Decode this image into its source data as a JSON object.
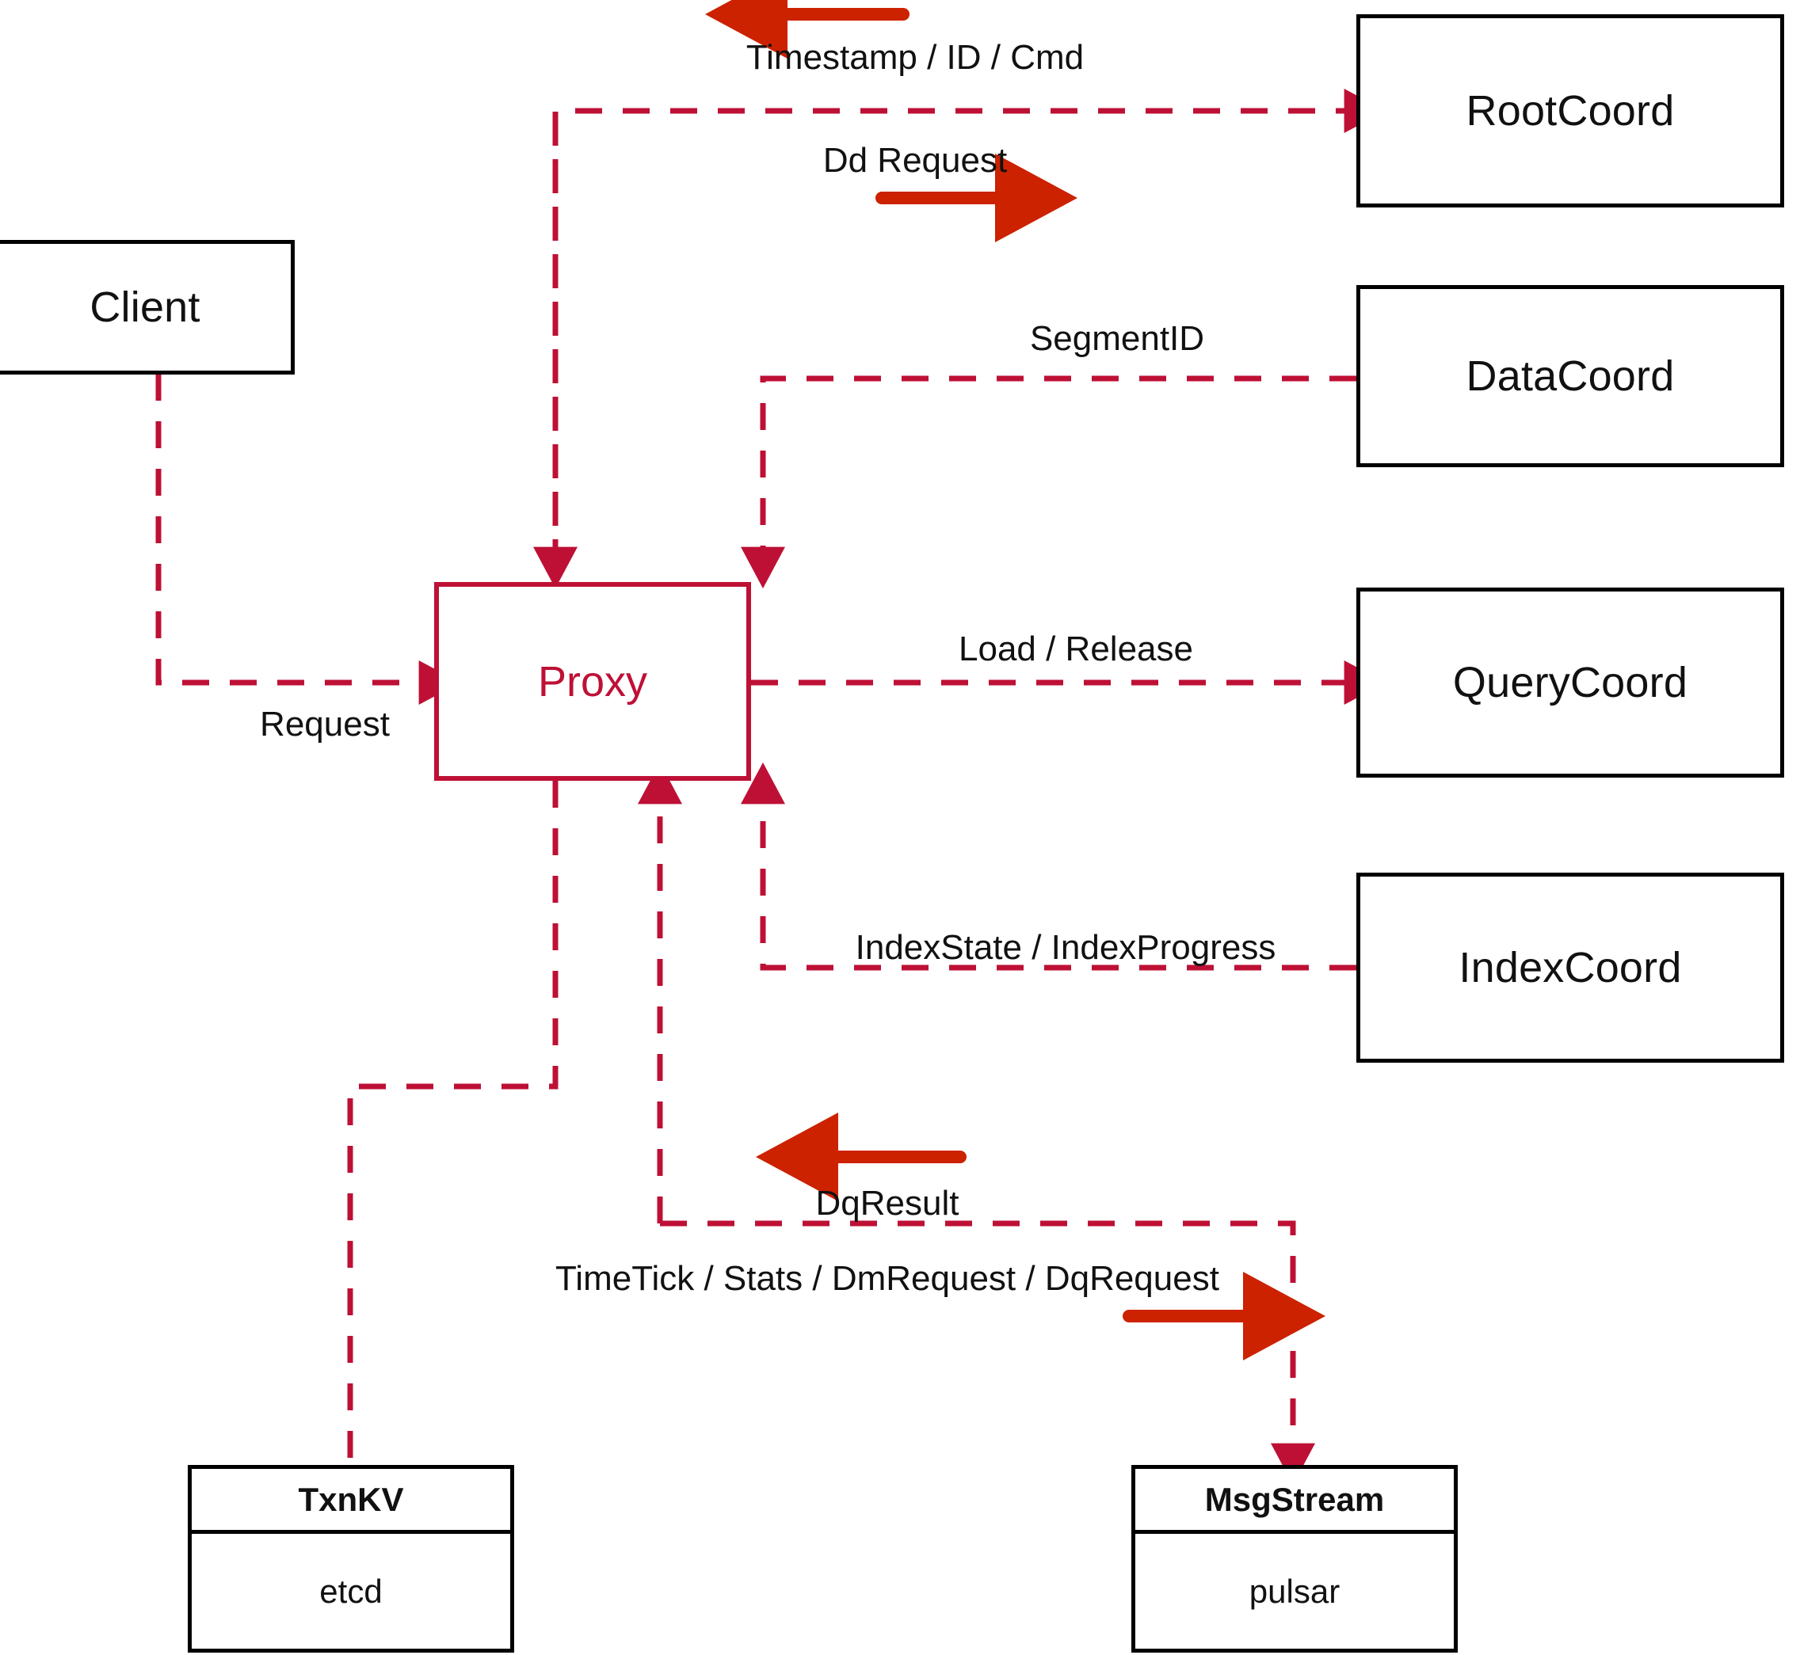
{
  "diagram": {
    "title": "Milvus Proxy interaction diagram",
    "colors": {
      "node_stroke": "#000000",
      "proxy_stroke": "#BE1035",
      "proxy_text": "#BE1035",
      "edge_dashed": "#BE1035",
      "legend_arrow": "#CC2200",
      "background": "#FFFFFF",
      "text": "#111111"
    }
  },
  "nodes": {
    "client": {
      "label": "Client"
    },
    "proxy": {
      "label": "Proxy"
    },
    "root_coord": {
      "label": "RootCoord"
    },
    "data_coord": {
      "label": "DataCoord"
    },
    "query_coord": {
      "label": "QueryCoord"
    },
    "index_coord": {
      "label": "IndexCoord"
    },
    "txnkv": {
      "title": "TxnKV",
      "impl": "etcd"
    },
    "msgstream": {
      "title": "MsgStream",
      "impl": "pulsar"
    }
  },
  "edge_labels": {
    "timestamp_id_cmd": "Timestamp / ID / Cmd",
    "dd_request": "Dd Request",
    "segment_id": "SegmentID",
    "request": "Request",
    "load_release": "Load / Release",
    "index_state_progress": "IndexState / IndexProgress",
    "dq_result": "DqResult",
    "timetick_stats_dm_dq": "TimeTick / Stats / DmRequest / DqRequest"
  },
  "legend_arrows": {
    "timestamp_direction": "left",
    "dd_request_direction": "right",
    "dq_result_direction": "left",
    "timetick_direction": "right"
  }
}
